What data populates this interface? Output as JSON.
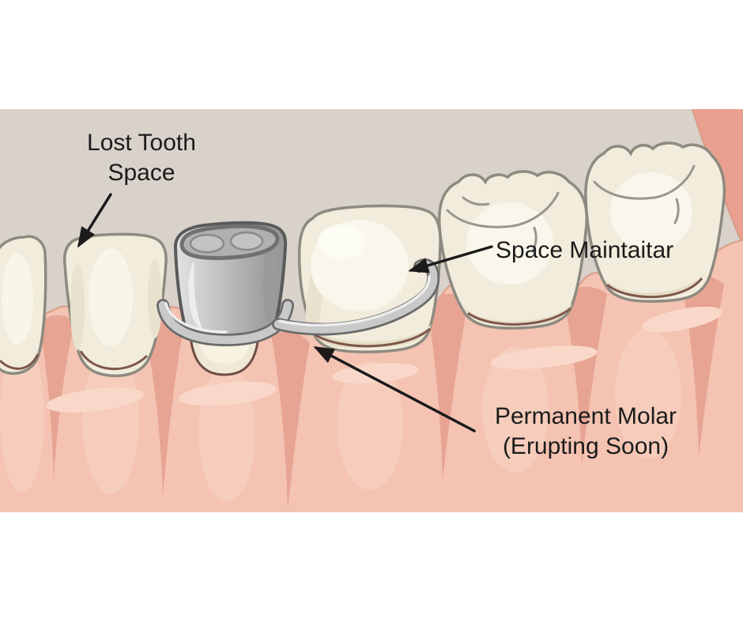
{
  "figure_type": "dental-space-maintainer-illustration",
  "labels": {
    "lost_tooth": {
      "line1": "Lost Tooth",
      "line2": "Space"
    },
    "space_maintainer": {
      "text": "Space Maintaitar"
    },
    "permanent_molar": {
      "line1": "Permanent Molar",
      "line2": "(Erupting Soon)"
    }
  },
  "colors": {
    "page": "#ffffff",
    "background": "#d8d2cb",
    "gum": "#f4c3b2",
    "gum_shadow": "#e7a492",
    "gum_highlight": "#f9d8c9",
    "gum_edge": "#dd9c8a",
    "gum_deep": "#e9a08f",
    "tooth": "#f1ecdb",
    "tooth_shadow": "#e8e2cf",
    "tooth_band": "#e6ddc4",
    "tooth_outline": "#8d8a80",
    "tooth_gumline": "#7d564c",
    "metal_light": "#ededed",
    "metal_mid": "#c9c9c9",
    "metal_dark": "#6a6a6a",
    "text": "#1b1b1b"
  }
}
